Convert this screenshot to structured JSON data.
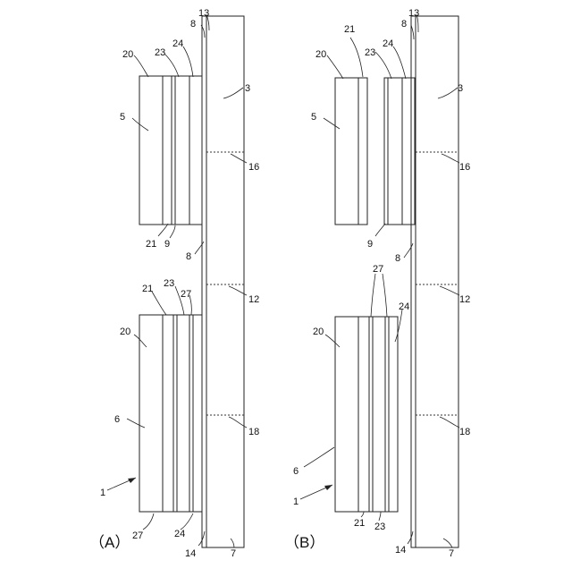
{
  "panels": {
    "a": {
      "label": "（A）"
    },
    "b": {
      "label": "（B）"
    }
  },
  "refs": {
    "a": {
      "r20_top": "20",
      "r23_top": "23",
      "r24_top": "24",
      "r8_top": "8",
      "r13": "13",
      "r5": "5",
      "r3": "3",
      "r16": "16",
      "r21_mid": "21",
      "r9": "9",
      "r8_mid": "8",
      "r21_low": "21",
      "r23_low": "23",
      "r27_low": "27",
      "r20_low": "20",
      "r12": "12",
      "r6": "6",
      "r18": "18",
      "r1": "1",
      "r27_bot": "27",
      "r24_bot": "24",
      "r14": "14",
      "r7": "7"
    },
    "b": {
      "r21_top": "21",
      "r20_top": "20",
      "r23_top": "23",
      "r24_top": "24",
      "r8_top": "8",
      "r13": "13",
      "r5": "5",
      "r3": "3",
      "r16": "16",
      "r9": "9",
      "r8_mid": "8",
      "r27": "27",
      "r24_mid": "24",
      "r20_low": "20",
      "r12": "12",
      "r18": "18",
      "r6": "6",
      "r1": "1",
      "r21_bot": "21",
      "r23_bot": "23",
      "r14": "14",
      "r7": "7"
    }
  }
}
